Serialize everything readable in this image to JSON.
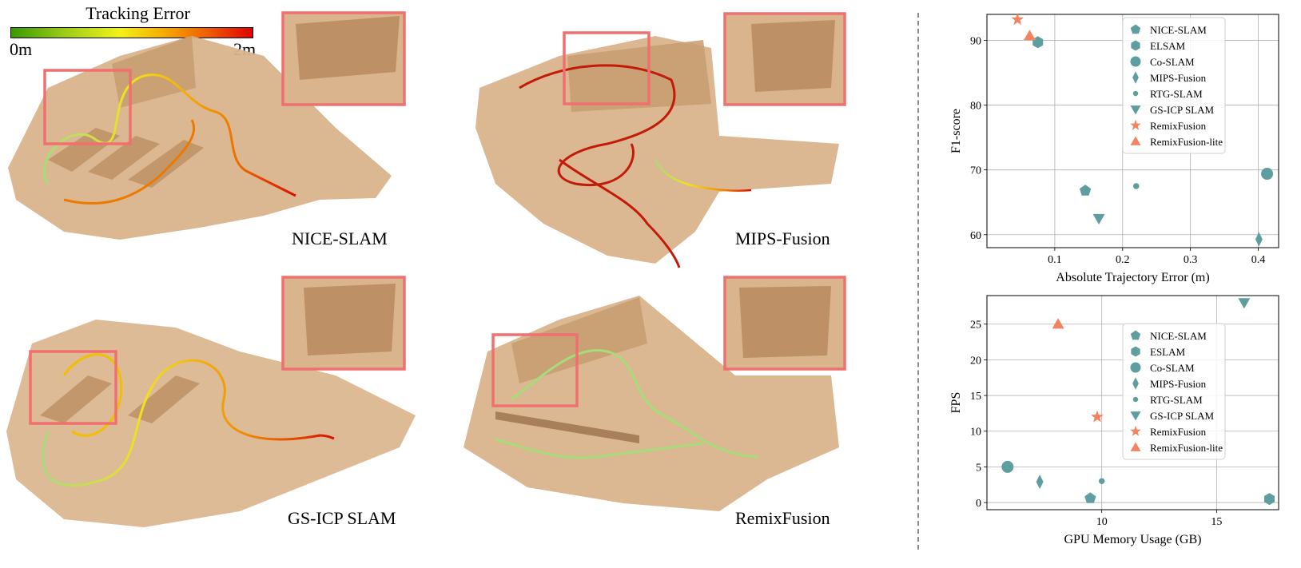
{
  "colorbar": {
    "title": "Tracking Error",
    "min_label": "0m",
    "max_label": "2m",
    "colors": [
      "#3a9a00",
      "#9ccc18",
      "#f2f216",
      "#f6b000",
      "#ee5a00",
      "#e00000"
    ]
  },
  "panels": [
    {
      "label": "NICE-SLAM"
    },
    {
      "label": "MIPS-Fusion"
    },
    {
      "label": "GS-ICP SLAM"
    },
    {
      "label": "RemixFusion"
    }
  ],
  "colors": {
    "mesh": "#d9b48c",
    "inset_frame": "#f07070",
    "baseline_marker": "#5f9ea0",
    "ours_marker": "#f4845f"
  },
  "chart_data": [
    {
      "type": "scatter",
      "xlabel": "Absolute Trajectory Error (m)",
      "ylabel": "F1-score",
      "xlim": [
        0.0,
        0.43
      ],
      "ylim": [
        58,
        94
      ],
      "xticks": [
        "0.1",
        "0.2",
        "0.3",
        "0.4"
      ],
      "yticks": [
        "60",
        "70",
        "80",
        "90"
      ],
      "grid": true,
      "legend_position": "top-right",
      "series": [
        {
          "name": "NICE-SLAM",
          "marker": "pentagon",
          "color": "#5f9ea0",
          "x": 0.145,
          "y": 66.8
        },
        {
          "name": "ELSAM",
          "marker": "hexagon",
          "color": "#5f9ea0",
          "x": 0.075,
          "y": 89.7
        },
        {
          "name": "Co-SLAM",
          "marker": "circle",
          "color": "#5f9ea0",
          "x": 0.413,
          "y": 69.4
        },
        {
          "name": "MIPS-Fusion",
          "marker": "thin_diamond",
          "color": "#5f9ea0",
          "x": 0.401,
          "y": 59.3
        },
        {
          "name": "RTG-SLAM",
          "marker": "small_circle",
          "color": "#5f9ea0",
          "x": 0.22,
          "y": 67.5
        },
        {
          "name": "GS-ICP SLAM",
          "marker": "triangle_down",
          "color": "#5f9ea0",
          "x": 0.165,
          "y": 62.5
        },
        {
          "name": "RemixFusion",
          "marker": "star",
          "color": "#f4845f",
          "x": 0.045,
          "y": 93.2
        },
        {
          "name": "RemixFusion-lite",
          "marker": "triangle_up",
          "color": "#f4845f",
          "x": 0.063,
          "y": 90.7
        }
      ]
    },
    {
      "type": "scatter",
      "xlabel": "GPU Memory Usage (GB)",
      "ylabel": "FPS",
      "xlim": [
        5.0,
        17.7
      ],
      "ylim": [
        -1,
        29
      ],
      "xticks": [
        "10",
        "15"
      ],
      "yticks": [
        "0",
        "5",
        "10",
        "15",
        "20",
        "25"
      ],
      "grid": true,
      "legend_position": "center-right",
      "series": [
        {
          "name": "NICE-SLAM",
          "marker": "pentagon",
          "color": "#5f9ea0",
          "x": 9.5,
          "y": 0.6
        },
        {
          "name": "ESLAM",
          "marker": "hexagon",
          "color": "#5f9ea0",
          "x": 17.3,
          "y": 0.5
        },
        {
          "name": "Co-SLAM",
          "marker": "circle",
          "color": "#5f9ea0",
          "x": 5.9,
          "y": 5.0
        },
        {
          "name": "MIPS-Fusion",
          "marker": "thin_diamond",
          "color": "#5f9ea0",
          "x": 7.3,
          "y": 2.9
        },
        {
          "name": "RTG-SLAM",
          "marker": "small_circle",
          "color": "#5f9ea0",
          "x": 10.0,
          "y": 3.0
        },
        {
          "name": "GS-ICP SLAM",
          "marker": "triangle_down",
          "color": "#5f9ea0",
          "x": 16.2,
          "y": 28.0
        },
        {
          "name": "RemixFusion",
          "marker": "star",
          "color": "#f4845f",
          "x": 9.8,
          "y": 12.0
        },
        {
          "name": "RemixFusion-lite",
          "marker": "triangle_up",
          "color": "#f4845f",
          "x": 8.1,
          "y": 25.0
        }
      ]
    }
  ]
}
